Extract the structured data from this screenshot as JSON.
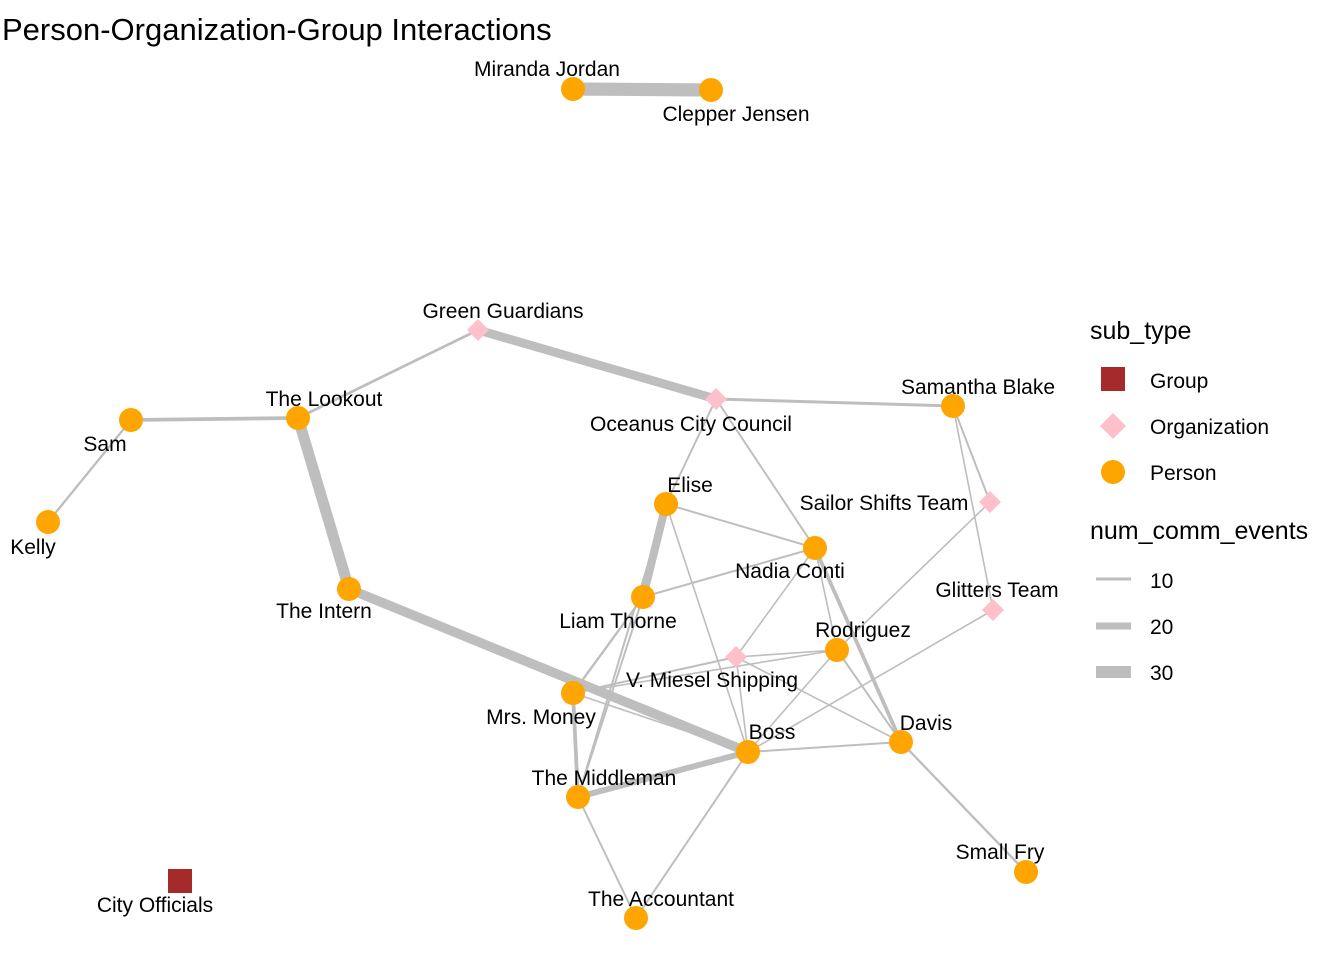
{
  "title": "Person-Organization-Group Interactions",
  "colors": {
    "Group": "#A52A2A",
    "Organization": "#FFC0CB",
    "Person": "#FFA500",
    "edge": "#BEBEBE"
  },
  "nodes": [
    {
      "id": "miranda",
      "label": "Miranda Jordan",
      "type": "Person"
    },
    {
      "id": "clepper",
      "label": "Clepper Jensen",
      "type": "Person"
    },
    {
      "id": "green",
      "label": "Green Guardians",
      "type": "Organization"
    },
    {
      "id": "council",
      "label": "Oceanus City Council",
      "type": "Organization"
    },
    {
      "id": "samantha",
      "label": "Samantha Blake",
      "type": "Person"
    },
    {
      "id": "lookout",
      "label": "The Lookout",
      "type": "Person"
    },
    {
      "id": "sam",
      "label": "Sam",
      "type": "Person"
    },
    {
      "id": "kelly",
      "label": "Kelly",
      "type": "Person"
    },
    {
      "id": "elise",
      "label": "Elise",
      "type": "Person"
    },
    {
      "id": "sailor",
      "label": "Sailor Shifts Team",
      "type": "Organization"
    },
    {
      "id": "nadia",
      "label": "Nadia Conti",
      "type": "Person"
    },
    {
      "id": "glitters",
      "label": "Glitters Team",
      "type": "Organization"
    },
    {
      "id": "intern",
      "label": "The Intern",
      "type": "Person"
    },
    {
      "id": "liam",
      "label": "Liam Thorne",
      "type": "Person"
    },
    {
      "id": "rodriguez",
      "label": "Rodriguez",
      "type": "Person"
    },
    {
      "id": "vmiesel",
      "label": "V. Miesel Shipping",
      "type": "Organization"
    },
    {
      "id": "money",
      "label": "Mrs. Money",
      "type": "Person"
    },
    {
      "id": "boss",
      "label": "Boss",
      "type": "Person"
    },
    {
      "id": "davis",
      "label": "Davis",
      "type": "Person"
    },
    {
      "id": "middleman",
      "label": "The Middleman",
      "type": "Person"
    },
    {
      "id": "smallfry",
      "label": "Small Fry",
      "type": "Person"
    },
    {
      "id": "accountant",
      "label": "The Accountant",
      "type": "Person"
    },
    {
      "id": "cityofficials",
      "label": "City Officials",
      "type": "Group"
    }
  ],
  "edges": [
    {
      "source": "miranda",
      "target": "clepper",
      "num_comm_events": 34
    },
    {
      "source": "green",
      "target": "council",
      "num_comm_events": 22
    },
    {
      "source": "green",
      "target": "lookout",
      "num_comm_events": 5
    },
    {
      "source": "council",
      "target": "samantha",
      "num_comm_events": 6
    },
    {
      "source": "council",
      "target": "elise",
      "num_comm_events": 3
    },
    {
      "source": "council",
      "target": "nadia",
      "num_comm_events": 3
    },
    {
      "source": "sam",
      "target": "lookout",
      "num_comm_events": 8
    },
    {
      "source": "sam",
      "target": "kelly",
      "num_comm_events": 4
    },
    {
      "source": "lookout",
      "target": "intern",
      "num_comm_events": 28
    },
    {
      "source": "intern",
      "target": "boss",
      "num_comm_events": 24
    },
    {
      "source": "elise",
      "target": "liam",
      "num_comm_events": 20
    },
    {
      "source": "elise",
      "target": "nadia",
      "num_comm_events": 3
    },
    {
      "source": "elise",
      "target": "middleman",
      "num_comm_events": 3
    },
    {
      "source": "elise",
      "target": "boss",
      "num_comm_events": 2
    },
    {
      "source": "liam",
      "target": "nadia",
      "num_comm_events": 3
    },
    {
      "source": "liam",
      "target": "money",
      "num_comm_events": 4
    },
    {
      "source": "liam",
      "target": "middleman",
      "num_comm_events": 3
    },
    {
      "source": "nadia",
      "target": "vmiesel",
      "num_comm_events": 2
    },
    {
      "source": "nadia",
      "target": "davis",
      "num_comm_events": 8
    },
    {
      "source": "nadia",
      "target": "rodriguez",
      "num_comm_events": 2
    },
    {
      "source": "samantha",
      "target": "sailor",
      "num_comm_events": 3
    },
    {
      "source": "samantha",
      "target": "glitters",
      "num_comm_events": 2
    },
    {
      "source": "sailor",
      "target": "rodriguez",
      "num_comm_events": 2
    },
    {
      "source": "glitters",
      "target": "boss",
      "num_comm_events": 2
    },
    {
      "source": "rodriguez",
      "target": "vmiesel",
      "num_comm_events": 2
    },
    {
      "source": "rodriguez",
      "target": "boss",
      "num_comm_events": 2
    },
    {
      "source": "rodriguez",
      "target": "davis",
      "num_comm_events": 3
    },
    {
      "source": "rodriguez",
      "target": "money",
      "num_comm_events": 2
    },
    {
      "source": "vmiesel",
      "target": "davis",
      "num_comm_events": 2
    },
    {
      "source": "vmiesel",
      "target": "boss",
      "num_comm_events": 2
    },
    {
      "source": "vmiesel",
      "target": "money",
      "num_comm_events": 3
    },
    {
      "source": "money",
      "target": "middleman",
      "num_comm_events": 8
    },
    {
      "source": "money",
      "target": "boss",
      "num_comm_events": 2
    },
    {
      "source": "boss",
      "target": "middleman",
      "num_comm_events": 14
    },
    {
      "source": "boss",
      "target": "davis",
      "num_comm_events": 3
    },
    {
      "source": "boss",
      "target": "accountant",
      "num_comm_events": 3
    },
    {
      "source": "middleman",
      "target": "accountant",
      "num_comm_events": 3
    },
    {
      "source": "davis",
      "target": "smallfry",
      "num_comm_events": 4
    }
  ],
  "legend": {
    "shape_title": "sub_type",
    "shape_items": [
      "Group",
      "Organization",
      "Person"
    ],
    "width_title": "num_comm_events",
    "width_items": [
      "10",
      "20",
      "30"
    ]
  }
}
